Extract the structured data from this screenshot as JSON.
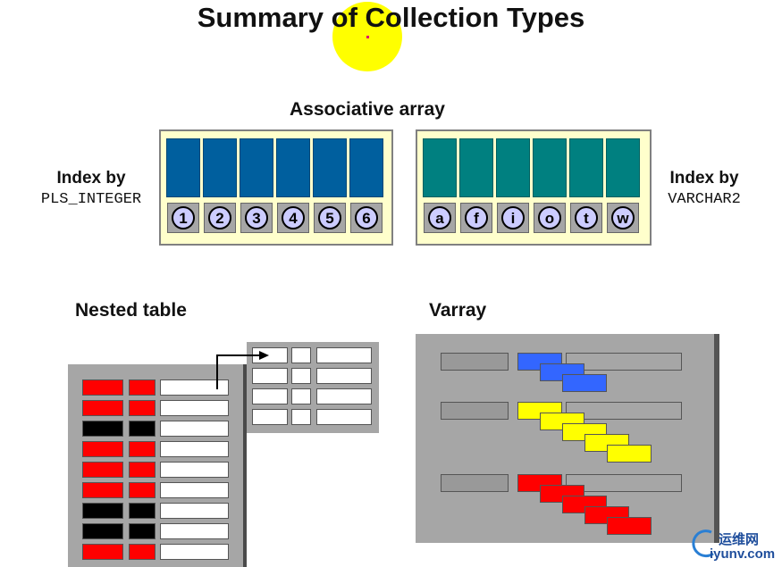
{
  "title": "Summary of Collection Types",
  "associative_array": {
    "label": "Associative array",
    "left": {
      "index_label_line1": "Index by",
      "index_label_line2": "PLS_INTEGER",
      "keys": [
        "1",
        "2",
        "3",
        "4",
        "5",
        "6"
      ],
      "cell_color": "#005f9e"
    },
    "right": {
      "index_label_line1": "Index by",
      "index_label_line2": "VARCHAR2",
      "keys": [
        "a",
        "f",
        "i",
        "o",
        "t",
        "w"
      ],
      "cell_color": "#008080"
    },
    "box_fill": "#ffffcc"
  },
  "nested_table": {
    "label": "Nested table",
    "row_colors": [
      "red",
      "red",
      "black",
      "red",
      "red",
      "red",
      "black",
      "black",
      "red"
    ]
  },
  "varray": {
    "label": "Varray",
    "groups": [
      {
        "color": "#3366ff",
        "elements": 3
      },
      {
        "color": "#ffff00",
        "elements": 5
      },
      {
        "color": "#ff0000",
        "elements": 5
      }
    ]
  },
  "watermark": {
    "line1": "运维网",
    "line2": "iyunv.com"
  }
}
